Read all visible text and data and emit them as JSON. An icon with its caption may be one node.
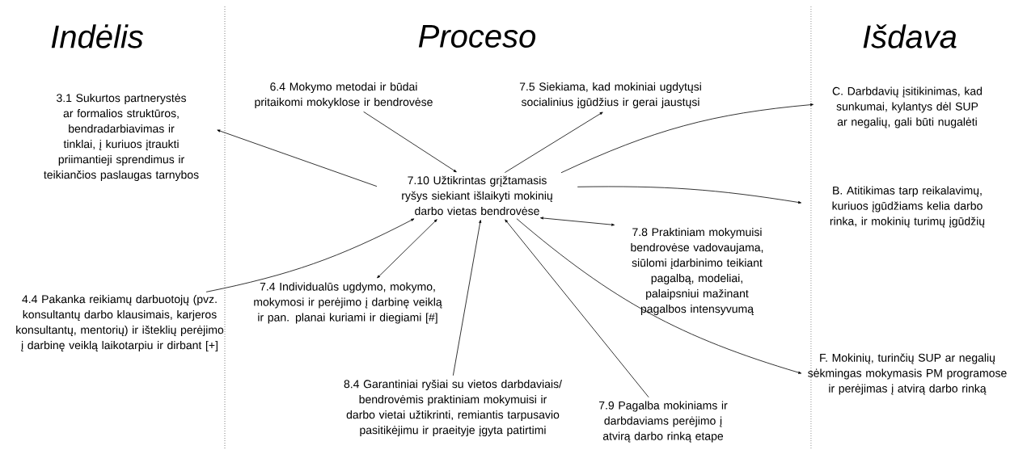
{
  "diagram": {
    "nodes": [
      {
        "text": [
          "3.1 Sukurtos partnerystės ar formalios struktūros, bendradarbiavimas ir tinklai, į kuriuos įtraukti priimantieji sprendimus ir teikiančios paslaugas tarnybos"
        ]
      },
      {
        "text": [
          "4.4 Pakanka reikiamų darbuotojų (pvz. konsultantų darbo klausimais, karjeros konsultantų, mentorių) ir išteklių perėjimo į darbinę veiklą laikotarpiu ir dirbant [+]"
        ]
      },
      {
        "text": [
          "6.4 Mokymo metodai ir būdai pritaikomi mokyklose ir bendrovėse"
        ]
      },
      {
        "text": [
          "7.5 Siekiama, kad mokiniai ugdytųsi socialinius įgūdžius ir gerai jaustųsi"
        ]
      },
      {
        "text": [
          "7.10 Užtikrintas grįžtamasis ryšys siekiant išlaikyti mokinių darbo vietas bendrovėse"
        ]
      },
      {
        "text": [
          "7.4 Individualūs ugdymo, mokymo, mokymosi ir perėjimo į darbinę veiklą ir pan. planai kuriami ir diegiami [#]"
        ]
      },
      {
        "text": [
          "7.8 Praktiniam mokymuisi bendrovėse vadovaujama, siūlomi įdarbinimo teikiant pagalbą, modeliai, palaipsniui mažinant pagalbos intensyvumą"
        ]
      },
      {
        "text": [
          "8.4 Garantiniai ryšiai su vietos darbdaviais/ bendrovėmis praktiniam mokymuisi ir darbo vietai užtikrinti, remiantis tarpusavio pasitikėjimu ir praeityje įgyta patirtimi"
        ]
      },
      {
        "text": [
          "7.9 Pagalba mokiniams ir darbdaviams perėjimo į atvirą darbo rinką etape"
        ]
      },
      {
        "text": [
          "C. Darbdavių įsitikinimas, kad sunkumai, kylantys dėl SUP ar negalių, gali būti nugalėti"
        ]
      },
      {
        "text": [
          "B. Atitikimas tarp reikalavimų, kuriuos įgūdžiams kelia darbo rinka, ir mokinių turimų įgūdžių"
        ]
      },
      {
        "text": [
          "F. Mokinių, turinčių SUP ar negalių sėkmingas mokymasis PM programose ir perėjimas į atvirą darbo rinką"
        ]
      }
    ],
    "edges": [
      {
        "from": 4,
        "to": 0,
        "arrow": "to"
      },
      {
        "from": 1,
        "to": 4,
        "arrow": "to"
      },
      {
        "from": 2,
        "to": 4,
        "arrow": "to"
      },
      {
        "from": 4,
        "to": 3,
        "arrow": "to"
      },
      {
        "from": 4,
        "to": 9,
        "arrow": "to"
      },
      {
        "from": 4,
        "to": 10,
        "arrow": "to"
      },
      {
        "from": 5,
        "to": 4,
        "arrow": "both"
      },
      {
        "from": 7,
        "to": 4,
        "arrow": "to"
      },
      {
        "from": 6,
        "to": 4,
        "arrow": "both"
      },
      {
        "from": 8,
        "to": 4,
        "arrow": "to"
      },
      {
        "from": 4,
        "to": 11,
        "arrow": "to"
      }
    ],
    "labels": [
      "Indėlis",
      "Proceso",
      "Išdava"
    ]
  }
}
